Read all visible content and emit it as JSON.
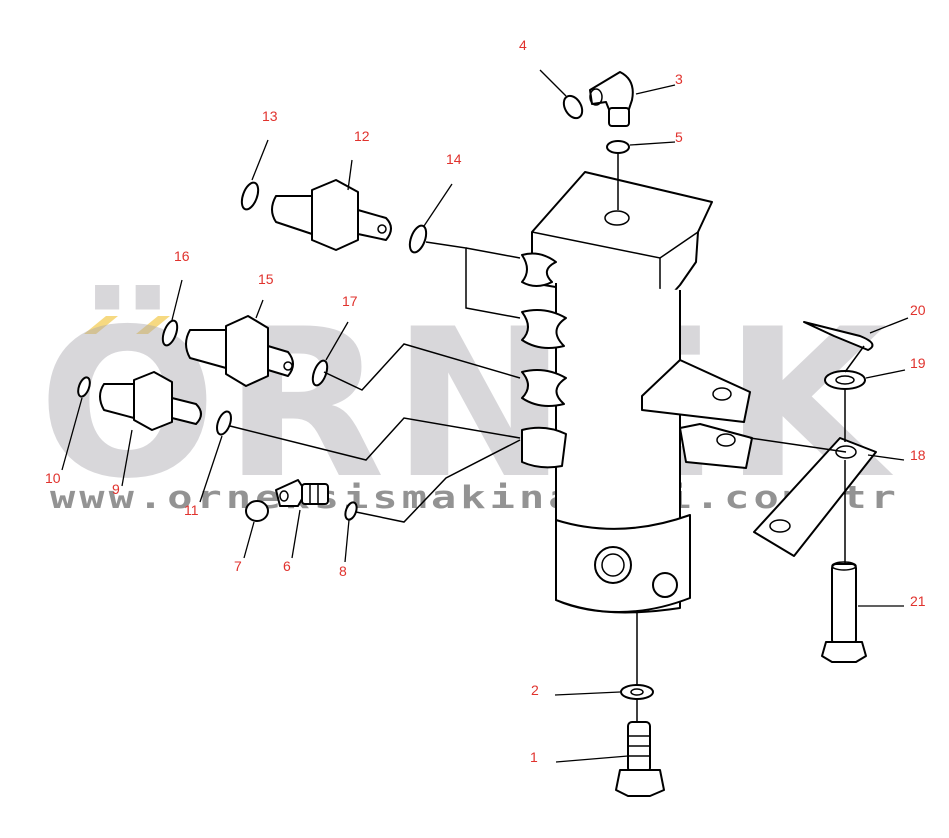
{
  "watermark": {
    "brand": "ÖRNEK",
    "url": "www.orneksismakinalari.com.tr",
    "accent_color": "#f2c94c"
  },
  "callouts": [
    "1",
    "2",
    "3",
    "4",
    "5",
    "6",
    "7",
    "8",
    "9",
    "10",
    "11",
    "12",
    "13",
    "14",
    "15",
    "16",
    "17",
    "18",
    "19",
    "20",
    "21"
  ],
  "callout_color": "#e0322d"
}
